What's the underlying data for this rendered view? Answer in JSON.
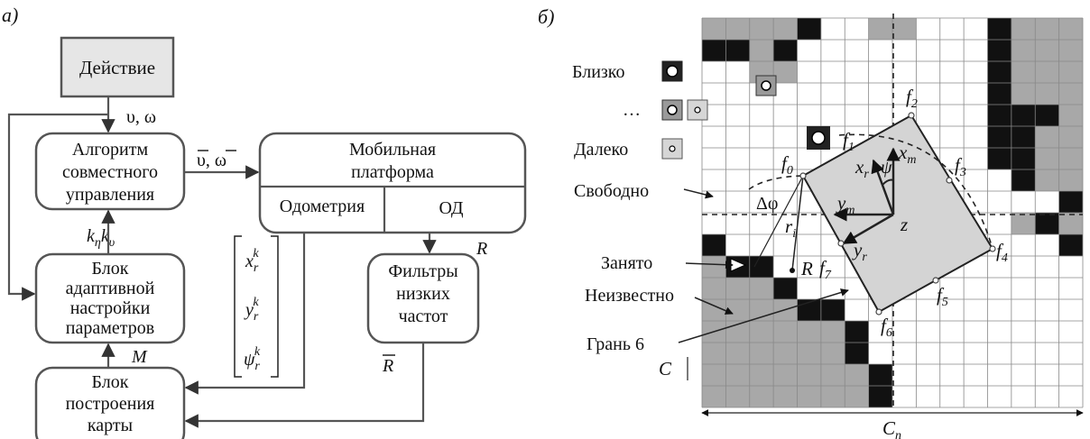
{
  "panel_a": {
    "label": "а)",
    "action": "Действие",
    "signals_top": "υ, ω",
    "algorithm": [
      "Алгоритм",
      "совместного",
      "управления"
    ],
    "signals_mid": "υ, ω",
    "platform_title": [
      "Мобильная",
      "платформа"
    ],
    "odometry": "Одометрия",
    "od": "ОД",
    "r_label": "R",
    "k_label": "k",
    "k_sub1": "η",
    "k_sub2": "υ",
    "adaptive": [
      "Блок",
      "адаптивной",
      "настройки",
      "параметров"
    ],
    "filters": [
      "Фильтры",
      "низких",
      "частот"
    ],
    "coords": [
      {
        "base": "x",
        "sub": "r",
        "sup": "k"
      },
      {
        "base": "y",
        "sub": "r",
        "sup": "k"
      },
      {
        "base": "ψ",
        "sub": "r",
        "sup": "k"
      }
    ],
    "m_label": "M",
    "rbar_label": "R",
    "mapblock": [
      "Блок",
      "построения",
      "карты"
    ]
  },
  "panel_b": {
    "label": "б)",
    "legend": {
      "close": "Близко",
      "dots": "…",
      "far": "Далеко"
    },
    "free": "Свободно",
    "occupied": "Занято",
    "unknown": "Неизвестно",
    "face6": "Грань 6",
    "c_label": "C",
    "cn_label": "C",
    "cn_sub": "n",
    "dphi": "Δφ",
    "ri": "r",
    "ri_sub": "i",
    "r_point": "R",
    "z": "z",
    "psi": "ψ",
    "xm": "x",
    "xm_sub": "m",
    "ym": "y",
    "ym_sub": "m",
    "xr": "x",
    "xr_sub": "r",
    "yr": "y",
    "yr_sub": "r",
    "corners": [
      {
        "name": "f",
        "sub": "0"
      },
      {
        "name": "f",
        "sub": "1"
      },
      {
        "name": "f",
        "sub": "2"
      },
      {
        "name": "f",
        "sub": "3"
      },
      {
        "name": "f",
        "sub": "4"
      },
      {
        "name": "f",
        "sub": "5"
      },
      {
        "name": "f",
        "sub": "6"
      },
      {
        "name": "f",
        "sub": "7"
      }
    ],
    "grid": {
      "cols": 16,
      "rows": 18,
      "cells": [
        "GGGGB..GG...BGGG",
        "BBGB........BGGG",
        "..GG........BGGG",
        "............BGGG",
        "............BBBG",
        "............BBGG",
        "............BBGG",
        ".............BGG",
        "...............B",
        ".............GBG",
        "B..............B",
        "GBB..............",
        "GGGB.............",
        "GGGGBB..........",
        "GGGGGGB.........",
        "GGGGGGB.........",
        "GGGGGGGB........",
        "GGGGGGGB........"
      ]
    },
    "colors": {
      "occupied": "#111111",
      "unknown": "#a8a8a8",
      "free": "#ffffff",
      "robot": "#d4d4d4"
    }
  }
}
